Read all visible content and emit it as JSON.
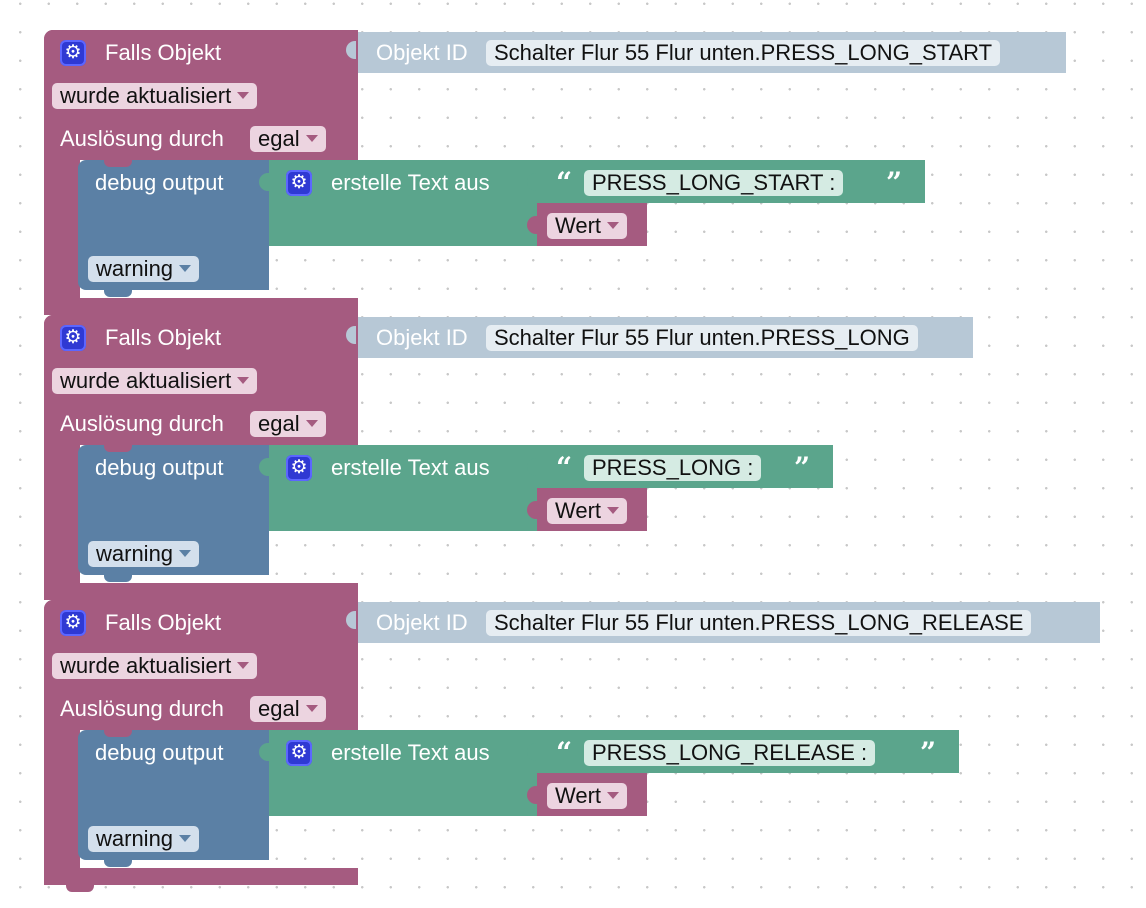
{
  "workspace": {
    "colors": {
      "event_block": "#a55b80",
      "debug_block": "#5b80a5",
      "text_block": "#5ba58c",
      "object_id_block": "#b7c8d6",
      "gear_icon": "#2f39d3"
    },
    "blocks": [
      {
        "header": "Falls Objekt",
        "object_id_label": "Objekt ID",
        "object_id_value": "Schalter Flur 55 Flur unten.PRESS_LONG_START",
        "condition": "wurde aktualisiert",
        "trigger_label": "Auslösung durch",
        "trigger_value": "egal",
        "debug_label": "debug output",
        "debug_level": "warning",
        "join_label": "erstelle Text aus",
        "open_quote": "“",
        "string_value": "PRESS_LONG_START :",
        "close_quote": "”",
        "value_var": "Wert"
      },
      {
        "header": "Falls Objekt",
        "object_id_label": "Objekt ID",
        "object_id_value": "Schalter Flur 55 Flur unten.PRESS_LONG",
        "condition": "wurde aktualisiert",
        "trigger_label": "Auslösung durch",
        "trigger_value": "egal",
        "debug_label": "debug output",
        "debug_level": "warning",
        "join_label": "erstelle Text aus",
        "open_quote": "“",
        "string_value": "PRESS_LONG :",
        "close_quote": "”",
        "value_var": "Wert"
      },
      {
        "header": "Falls Objekt",
        "object_id_label": "Objekt ID",
        "object_id_value": "Schalter Flur 55 Flur unten.PRESS_LONG_RELEASE",
        "condition": "wurde aktualisiert",
        "trigger_label": "Auslösung durch",
        "trigger_value": "egal",
        "debug_label": "debug output",
        "debug_level": "warning",
        "join_label": "erstelle Text aus",
        "open_quote": "“",
        "string_value": "PRESS_LONG_RELEASE :",
        "close_quote": "”",
        "value_var": "Wert"
      }
    ]
  }
}
